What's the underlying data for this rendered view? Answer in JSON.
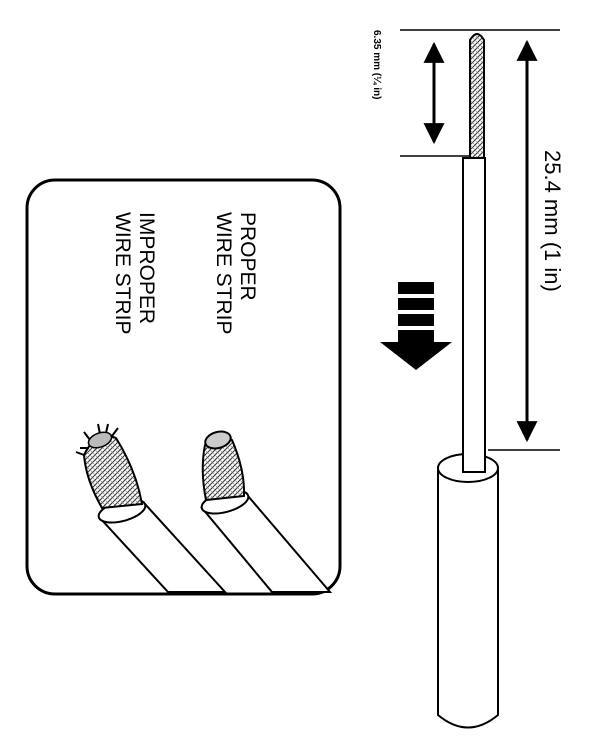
{
  "measurements": {
    "strip_length": "6.35 mm (¼ in)",
    "total_length": "25.4 mm (1 in)"
  },
  "box": {
    "proper_line1": "PROPER",
    "proper_line2": "WIRE STRIP",
    "improper_line1": "IMPROPER",
    "improper_line2": "WIRE STRIP"
  }
}
